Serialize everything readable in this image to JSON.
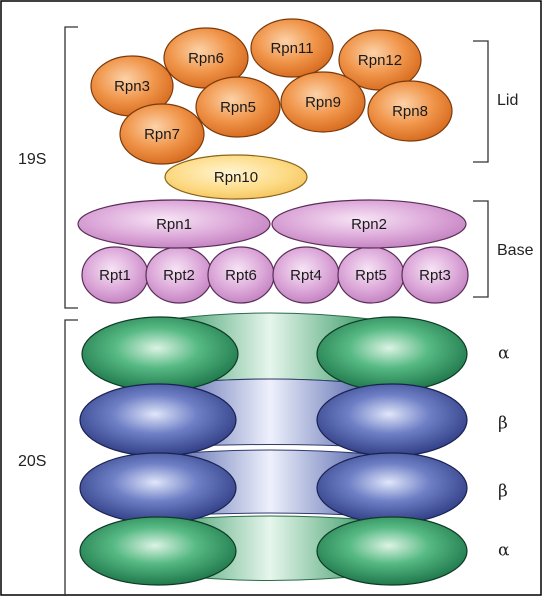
{
  "complex_labels": {
    "regulatory": "19S",
    "core": "20S",
    "lid": "Lid",
    "base": "Base"
  },
  "lid_subunits": [
    "Rpn6",
    "Rpn11",
    "Rpn12",
    "Rpn3",
    "Rpn5",
    "Rpn9",
    "Rpn8",
    "Rpn7"
  ],
  "hinge_subunit": "Rpn10",
  "base_large": [
    "Rpn1",
    "Rpn2"
  ],
  "base_ring": [
    "Rpt1",
    "Rpt2",
    "Rpt6",
    "Rpt4",
    "Rpt5",
    "Rpt3"
  ],
  "core_rings": [
    {
      "symbol": "α",
      "type": "alpha"
    },
    {
      "symbol": "β",
      "type": "beta"
    },
    {
      "symbol": "β",
      "type": "beta"
    },
    {
      "symbol": "α",
      "type": "alpha"
    }
  ],
  "colors": {
    "lid": "#ec8a3c",
    "hinge": "#fcd77c",
    "base": "#d79ed4",
    "alpha": "#2f9a62",
    "beta": "#4d5fa8"
  }
}
